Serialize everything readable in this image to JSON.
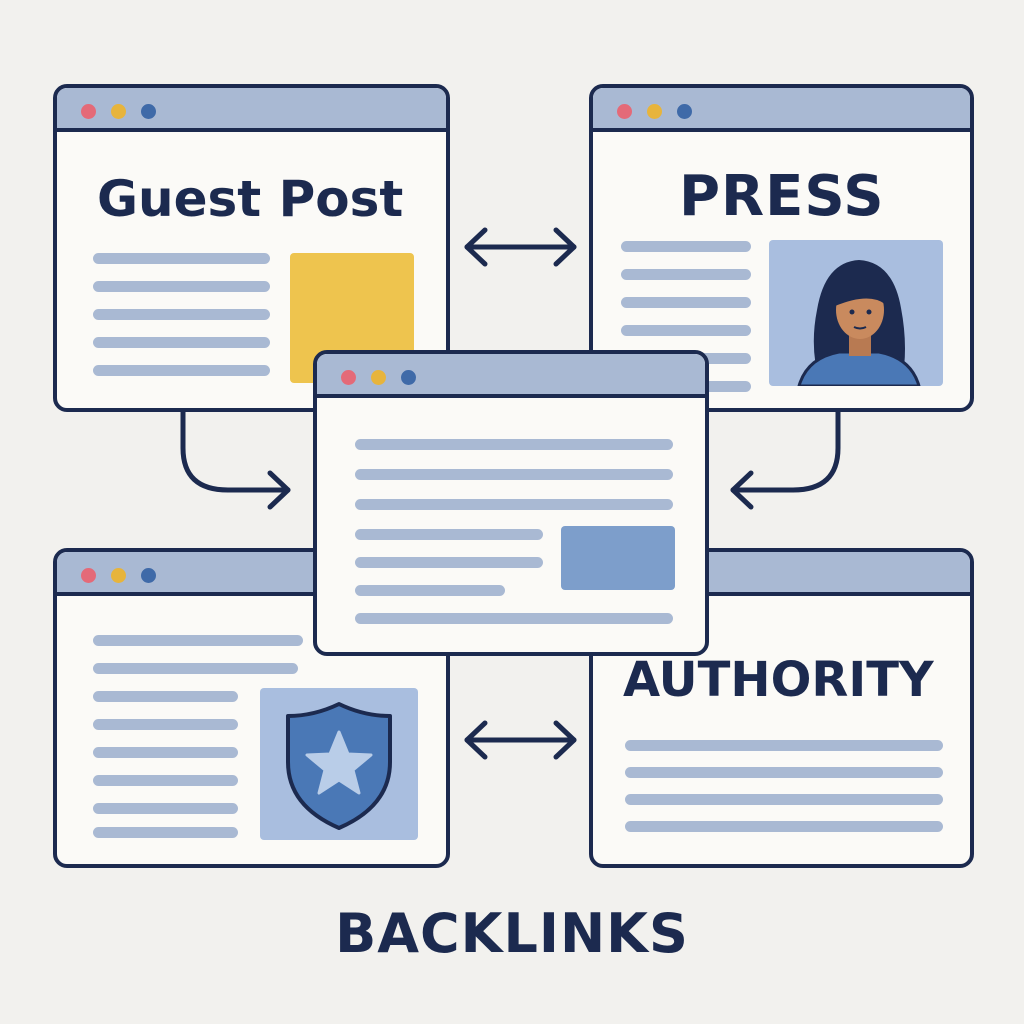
{
  "colors": {
    "background": "#f2f1ee",
    "outline": "#1c2a4f",
    "titlebar": "#a9b9d3",
    "text_line": "#a9b9d3",
    "dot_red": "#e46a78",
    "dot_yellow": "#e7b43c",
    "dot_blue": "#3f6aa8",
    "thumb_yellow": "#eec44e",
    "thumb_blue": "#7d9ecb",
    "thumb_light_blue": "#a9bedf",
    "shield": "#4a78b6",
    "star": "#b9cde8"
  },
  "windows": {
    "guest_post": {
      "title": "Guest Post"
    },
    "press": {
      "title": "PRESS"
    },
    "center": {
      "title": ""
    },
    "trust": {
      "title": ""
    },
    "authority": {
      "title": "AUTHORITY"
    }
  },
  "icons": {
    "press_thumbnail": "person-portrait-icon",
    "trust_thumbnail": "shield-star-icon",
    "links": "double-arrow-icon",
    "flows": "curved-arrow-icon"
  },
  "footer": {
    "label": "BACKLINKS"
  }
}
